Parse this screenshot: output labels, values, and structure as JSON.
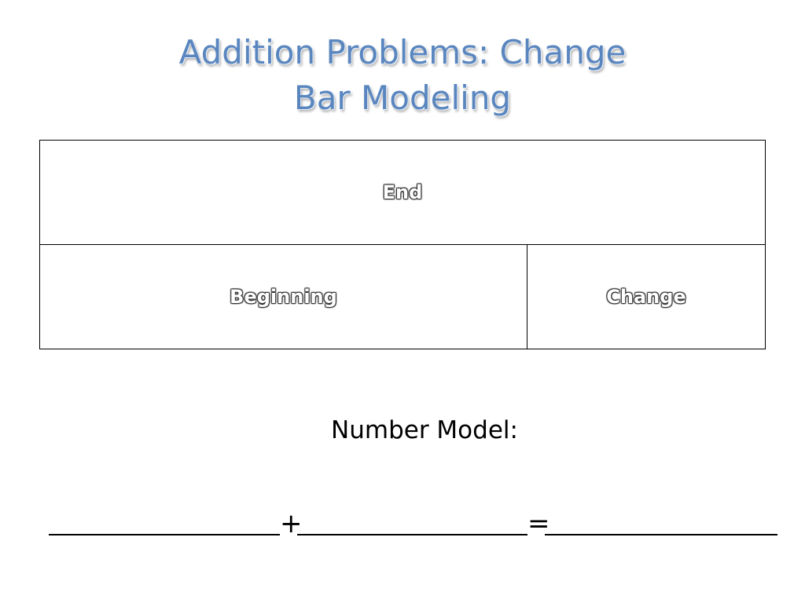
{
  "title": {
    "line1": "Addition Problems: Change",
    "line2": "Bar Modeling"
  },
  "bar_model": {
    "top_label": "End",
    "bottom_left_label": "Beginning",
    "bottom_right_label": "Change"
  },
  "number_model": {
    "label": "Number Model:",
    "plus": "+",
    "equals": "="
  },
  "colors": {
    "title": "#5a86bf",
    "border": "#000000",
    "background": "#ffffff"
  }
}
